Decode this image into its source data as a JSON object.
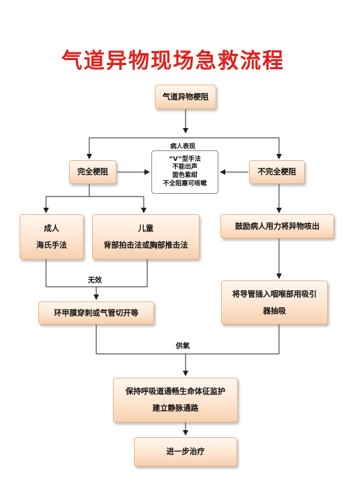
{
  "title": "气道异物现场急救流程",
  "nodes": {
    "start": "气道异物梗阻",
    "symptoms_header": "病人表现",
    "symptoms": [
      "“V”型手法",
      "不能出声",
      "面色紫绀",
      "不全阻塞可咳嗽"
    ],
    "complete": "完全梗阻",
    "incomplete": "不完全梗阻",
    "adult_title": "成人",
    "adult_method": "海氏手法",
    "child_title": "儿童",
    "child_method": "背部拍击法或胸部推击法",
    "cough": "鼓励病人用力将异物咳出",
    "ineffective": "无效",
    "cricothyroid": "环甲膜穿刺或气管切开等",
    "suction": [
      "将导管插入咽喉部用吸引",
      "器抽吸"
    ],
    "oxygen": "供氧",
    "maintain": [
      "保持呼吸道通畅生命体征监护",
      "建立静脉通路"
    ],
    "further": "进一步治疗"
  }
}
